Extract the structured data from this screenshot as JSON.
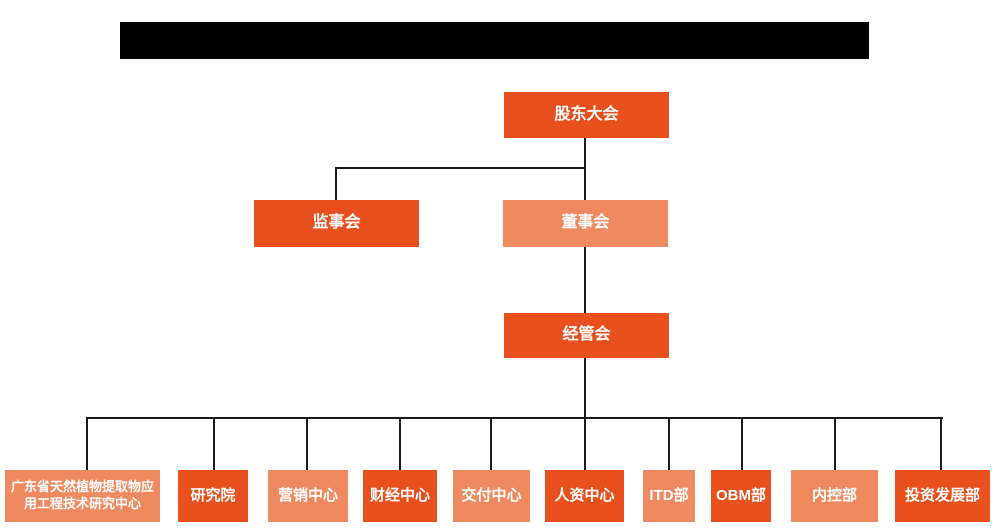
{
  "page": {
    "background": "#FFFFFF"
  },
  "colors": {
    "primary": "#E8511E",
    "secondary": "#EF8A60",
    "line": "#1A1A1A",
    "redaction": "#000000",
    "node_text": "#FFFFFF",
    "page_bg": "#FFFFFF"
  },
  "org": {
    "root": {
      "label": "股东大会",
      "tone": "dark"
    },
    "level2": [
      {
        "label": "监事会",
        "tone": "dark"
      },
      {
        "label": "董事会",
        "tone": "light"
      }
    ],
    "level3": [
      {
        "label": "经管会",
        "tone": "dark"
      }
    ],
    "departments": [
      {
        "label": "广东省天然植物提取物应用工程技术研究中心",
        "tone": "light"
      },
      {
        "label": "研究院",
        "tone": "dark"
      },
      {
        "label": "营销中心",
        "tone": "light"
      },
      {
        "label": "财经中心",
        "tone": "dark"
      },
      {
        "label": "交付中心",
        "tone": "light"
      },
      {
        "label": "人资中心",
        "tone": "dark"
      },
      {
        "label": "ITD部",
        "tone": "light"
      },
      {
        "label": "OBM部",
        "tone": "dark"
      },
      {
        "label": "内控部",
        "tone": "light"
      },
      {
        "label": "投资发展部",
        "tone": "dark"
      }
    ]
  }
}
